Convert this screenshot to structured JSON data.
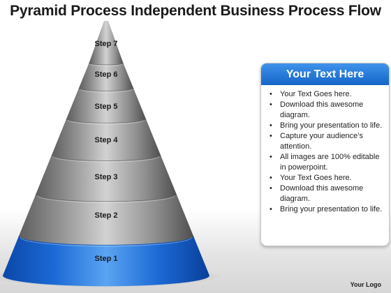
{
  "title": "Pyramid Process Independent Business Process Flow",
  "steps": [
    {
      "label": "Step 7",
      "color": "#bdbdbd"
    },
    {
      "label": "Step 6",
      "color": "#bdbdbd"
    },
    {
      "label": "Step 5",
      "color": "#bdbdbd"
    },
    {
      "label": "Step 4",
      "color": "#bdbdbd"
    },
    {
      "label": "Step 3",
      "color": "#bdbdbd"
    },
    {
      "label": "Step 2",
      "color": "#bdbdbd"
    },
    {
      "label": "Step 1",
      "color": "#2a7de0"
    }
  ],
  "textbox": {
    "header": "Your Text Here",
    "header_color": "#2a7de0",
    "items": [
      "Your Text Goes here.",
      "Download this awesome diagram.",
      "Bring your presentation to life.",
      "Capture your audience’s attention.",
      "All images are 100% editable in powerpoint.",
      "Your Text Goes here.",
      "Download this awesome diagram.",
      "Bring your presentation to life."
    ]
  },
  "logo": "Your Logo"
}
